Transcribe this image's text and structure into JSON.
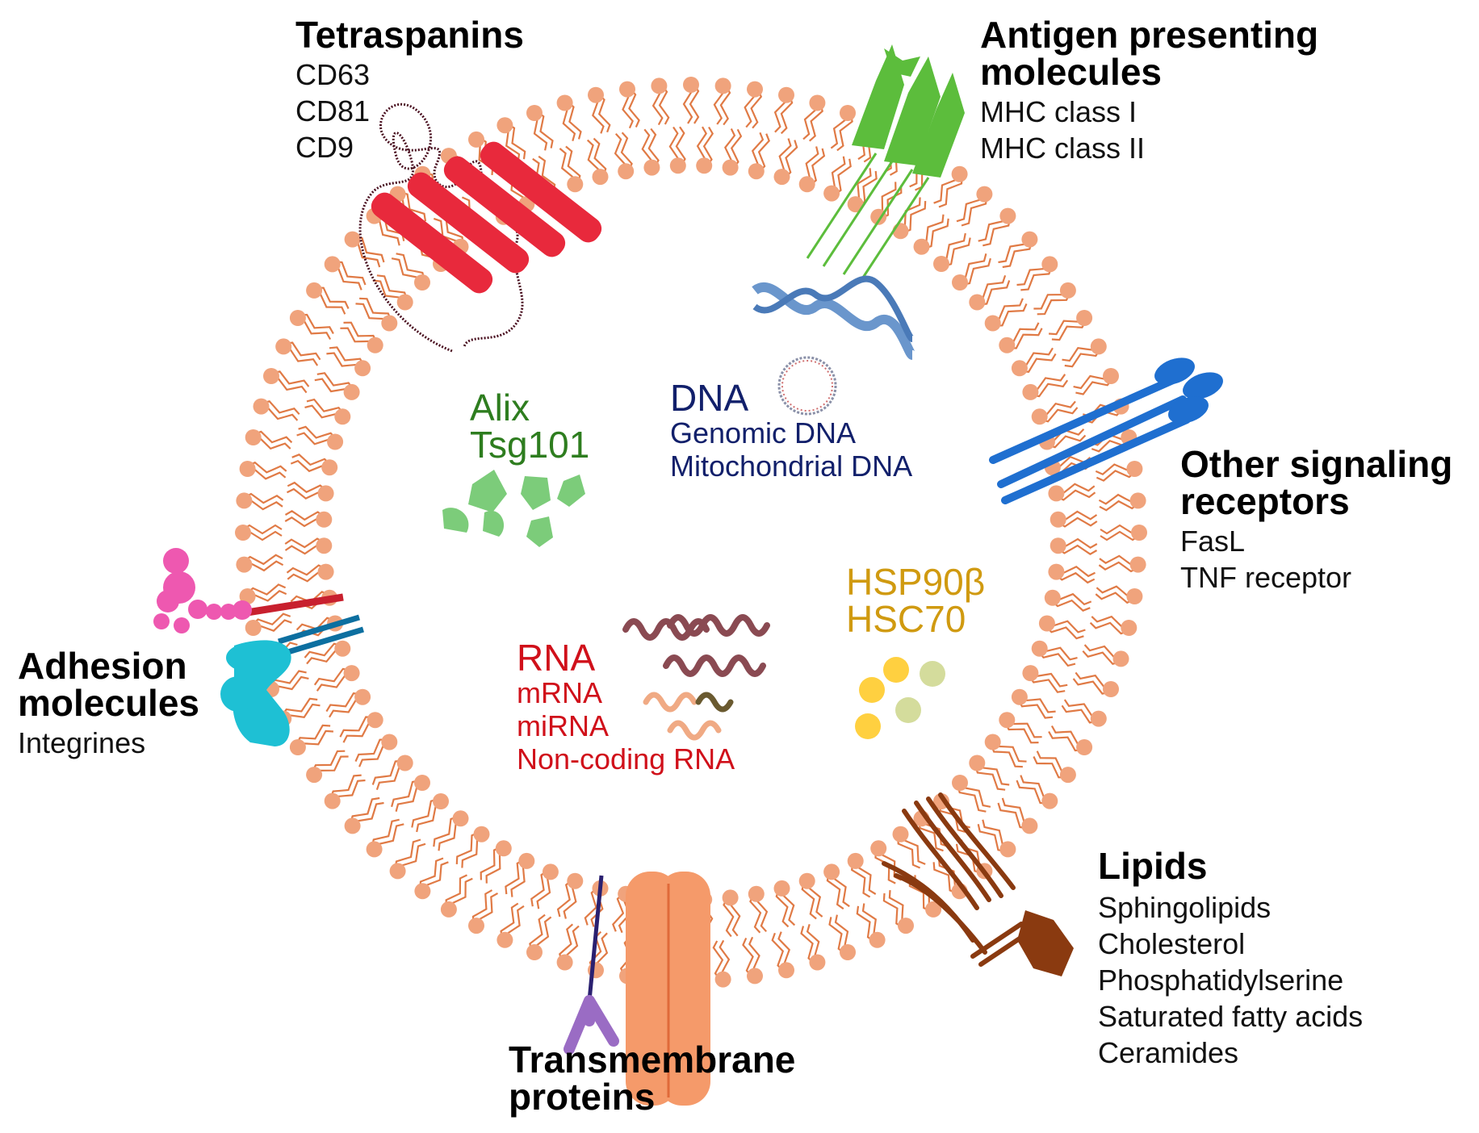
{
  "groups": {
    "tetraspanins": {
      "title": "Tetraspanins",
      "items": [
        "CD63",
        "CD81",
        "CD9"
      ]
    },
    "antigen": {
      "title_line1": "Antigen presenting",
      "title_line2": "molecules",
      "items": [
        "MHC class I",
        "MHC class II"
      ]
    },
    "signaling": {
      "title_line1": "Other signaling",
      "title_line2": "receptors",
      "items": [
        "FasL",
        "TNF receptor"
      ]
    },
    "adhesion": {
      "title_line1": "Adhesion",
      "title_line2": "molecules",
      "items": [
        "Integrines"
      ]
    },
    "lipids": {
      "title": "Lipids",
      "items": [
        "Sphingolipids",
        "Cholesterol",
        "Phosphatidylserine",
        "Saturated fatty acids",
        "Ceramides"
      ]
    },
    "transmembrane": {
      "title_line1": "Transmembrane",
      "title_line2": "proteins"
    }
  },
  "cargo": {
    "alix": {
      "line1": "Alix",
      "line2": "Tsg101"
    },
    "dna": {
      "title": "DNA",
      "items": [
        "Genomic DNA",
        "Mitochondrial DNA"
      ]
    },
    "hsp": {
      "line1": "HSP90β",
      "line2": "HSC70"
    },
    "rna": {
      "title": "RNA",
      "items": [
        "mRNA",
        "miRNA",
        "Non-coding RNA"
      ]
    }
  },
  "colors": {
    "membrane": "#f0a37c",
    "membrane_tail": "#e07a45",
    "tetraspanin": "#e8293c",
    "mhc": "#5cbd3c",
    "receptor": "#1f6fd0",
    "adhesion_pink": "#ee58b0",
    "adhesion_cyan": "#1ec0d4",
    "transmembrane": "#f59a6a",
    "lipid": "#8a3a10",
    "alix_text": "#2e7d1f",
    "dna_text": "#12206b",
    "hsp_text": "#d09a10",
    "rna_text": "#d0101a"
  },
  "icons": [
    "tetraspanin-protein-icon",
    "mhc-protein-icon",
    "receptor-icon",
    "integrin-icon",
    "transmembrane-protein-icon",
    "lipid-icon",
    "dna-helix-icon",
    "circular-dna-icon",
    "rna-strand-icon",
    "protein-fragment-icon",
    "chaperone-protein-icon"
  ]
}
